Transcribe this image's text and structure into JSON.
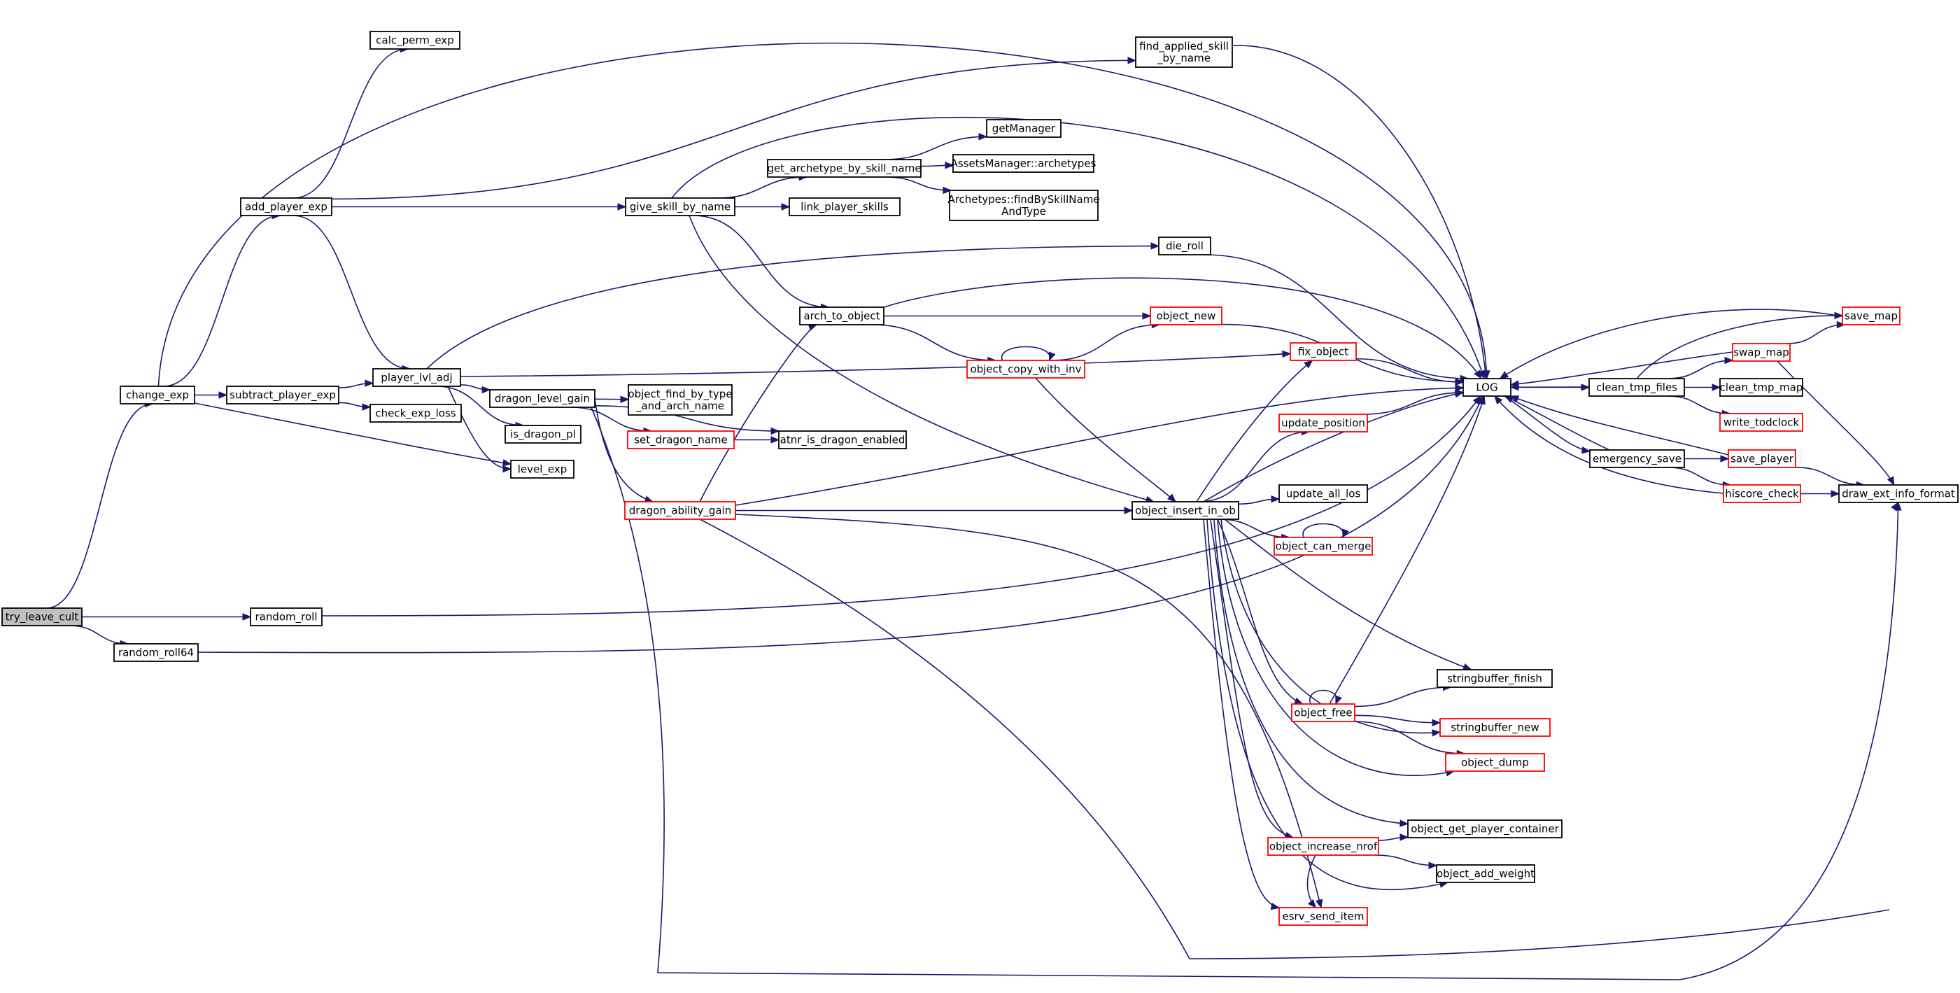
{
  "graph": {
    "nodes": [
      {
        "id": "try_leave_cult",
        "lines": [
          "try_leave_cult"
        ],
        "style": "root"
      },
      {
        "id": "change_exp",
        "lines": [
          "change_exp"
        ],
        "style": "black"
      },
      {
        "id": "random_roll",
        "lines": [
          "random_roll"
        ],
        "style": "black"
      },
      {
        "id": "random_roll64",
        "lines": [
          "random_roll64"
        ],
        "style": "black"
      },
      {
        "id": "calc_perm_exp",
        "lines": [
          "calc_perm_exp"
        ],
        "style": "black"
      },
      {
        "id": "add_player_exp",
        "lines": [
          "add_player_exp"
        ],
        "style": "black"
      },
      {
        "id": "subtract_player_exp",
        "lines": [
          "subtract_player_exp"
        ],
        "style": "black"
      },
      {
        "id": "player_lvl_adj",
        "lines": [
          "player_lvl_adj"
        ],
        "style": "black"
      },
      {
        "id": "check_exp_loss",
        "lines": [
          "check_exp_loss"
        ],
        "style": "black"
      },
      {
        "id": "level_exp",
        "lines": [
          "level_exp"
        ],
        "style": "black"
      },
      {
        "id": "dragon_level_gain",
        "lines": [
          "dragon_level_gain"
        ],
        "style": "black"
      },
      {
        "id": "is_dragon_pl",
        "lines": [
          "is_dragon_pl"
        ],
        "style": "black"
      },
      {
        "id": "dragon_ability_gain",
        "lines": [
          "dragon_ability_gain"
        ],
        "style": "red"
      },
      {
        "id": "object_find_by_type_and_arch_name",
        "lines": [
          "object_find_by_type",
          "_and_arch_name"
        ],
        "style": "black"
      },
      {
        "id": "set_dragon_name",
        "lines": [
          "set_dragon_name"
        ],
        "style": "red"
      },
      {
        "id": "atnr_is_dragon_enabled",
        "lines": [
          "atnr_is_dragon_enabled"
        ],
        "style": "black"
      },
      {
        "id": "give_skill_by_name",
        "lines": [
          "give_skill_by_name"
        ],
        "style": "black"
      },
      {
        "id": "get_archetype_by_skill_name",
        "lines": [
          "get_archetype_by_skill_name"
        ],
        "style": "black"
      },
      {
        "id": "link_player_skills",
        "lines": [
          "link_player_skills"
        ],
        "style": "black"
      },
      {
        "id": "getManager",
        "lines": [
          "getManager"
        ],
        "style": "black"
      },
      {
        "id": "AssetsManager_archetypes",
        "lines": [
          "AssetsManager::archetypes"
        ],
        "style": "black"
      },
      {
        "id": "Archetypes_findBySkillNameAndType",
        "lines": [
          "Archetypes::findBySkillName",
          "AndType"
        ],
        "style": "black"
      },
      {
        "id": "arch_to_object",
        "lines": [
          "arch_to_object"
        ],
        "style": "black"
      },
      {
        "id": "object_copy_with_inv",
        "lines": [
          "object_copy_with_inv"
        ],
        "style": "red"
      },
      {
        "id": "object_new",
        "lines": [
          "object_new"
        ],
        "style": "red"
      },
      {
        "id": "find_applied_skill_by_name",
        "lines": [
          "find_applied_skill",
          "_by_name"
        ],
        "style": "black"
      },
      {
        "id": "die_roll",
        "lines": [
          "die_roll"
        ],
        "style": "black"
      },
      {
        "id": "fix_object",
        "lines": [
          "fix_object"
        ],
        "style": "red"
      },
      {
        "id": "update_position",
        "lines": [
          "update_position"
        ],
        "style": "red"
      },
      {
        "id": "object_insert_in_ob",
        "lines": [
          "object_insert_in_ob"
        ],
        "style": "black"
      },
      {
        "id": "update_all_los",
        "lines": [
          "update_all_los"
        ],
        "style": "black"
      },
      {
        "id": "object_can_merge",
        "lines": [
          "object_can_merge"
        ],
        "style": "red"
      },
      {
        "id": "stringbuffer_finish",
        "lines": [
          "stringbuffer_finish"
        ],
        "style": "black"
      },
      {
        "id": "object_free",
        "lines": [
          "object_free"
        ],
        "style": "red"
      },
      {
        "id": "stringbuffer_new",
        "lines": [
          "stringbuffer_new"
        ],
        "style": "red"
      },
      {
        "id": "object_dump",
        "lines": [
          "object_dump"
        ],
        "style": "red"
      },
      {
        "id": "object_get_player_container",
        "lines": [
          "object_get_player_container"
        ],
        "style": "black"
      },
      {
        "id": "object_increase_nrof",
        "lines": [
          "object_increase_nrof"
        ],
        "style": "red"
      },
      {
        "id": "object_add_weight",
        "lines": [
          "object_add_weight"
        ],
        "style": "black"
      },
      {
        "id": "esrv_send_item",
        "lines": [
          "esrv_send_item"
        ],
        "style": "red"
      },
      {
        "id": "LOG",
        "lines": [
          "LOG"
        ],
        "style": "black"
      },
      {
        "id": "clean_tmp_files",
        "lines": [
          "clean_tmp_files"
        ],
        "style": "black"
      },
      {
        "id": "clean_tmp_map",
        "lines": [
          "clean_tmp_map"
        ],
        "style": "black"
      },
      {
        "id": "write_todclock",
        "lines": [
          "write_todclock"
        ],
        "style": "red"
      },
      {
        "id": "swap_map",
        "lines": [
          "swap_map"
        ],
        "style": "red"
      },
      {
        "id": "save_map",
        "lines": [
          "save_map"
        ],
        "style": "red"
      },
      {
        "id": "emergency_save",
        "lines": [
          "emergency_save"
        ],
        "style": "black"
      },
      {
        "id": "save_player",
        "lines": [
          "save_player"
        ],
        "style": "red"
      },
      {
        "id": "hiscore_check",
        "lines": [
          "hiscore_check"
        ],
        "style": "red"
      },
      {
        "id": "draw_ext_info_format",
        "lines": [
          "draw_ext_info_format"
        ],
        "style": "black"
      }
    ],
    "edges": [
      [
        "try_leave_cult",
        "change_exp"
      ],
      [
        "try_leave_cult",
        "random_roll"
      ],
      [
        "try_leave_cult",
        "random_roll64"
      ],
      [
        "change_exp",
        "add_player_exp"
      ],
      [
        "change_exp",
        "subtract_player_exp"
      ],
      [
        "change_exp",
        "level_exp"
      ],
      [
        "change_exp",
        "LOG"
      ],
      [
        "add_player_exp",
        "calc_perm_exp"
      ],
      [
        "add_player_exp",
        "find_applied_skill_by_name"
      ],
      [
        "add_player_exp",
        "give_skill_by_name"
      ],
      [
        "add_player_exp",
        "player_lvl_adj"
      ],
      [
        "subtract_player_exp",
        "player_lvl_adj"
      ],
      [
        "subtract_player_exp",
        "check_exp_loss"
      ],
      [
        "player_lvl_adj",
        "dragon_level_gain"
      ],
      [
        "player_lvl_adj",
        "is_dragon_pl"
      ],
      [
        "player_lvl_adj",
        "level_exp"
      ],
      [
        "player_lvl_adj",
        "die_roll"
      ],
      [
        "player_lvl_adj",
        "fix_object"
      ],
      [
        "dragon_level_gain",
        "object_find_by_type_and_arch_name"
      ],
      [
        "dragon_level_gain",
        "set_dragon_name"
      ],
      [
        "dragon_level_gain",
        "atnr_is_dragon_enabled"
      ],
      [
        "dragon_level_gain",
        "dragon_ability_gain"
      ],
      [
        "dragon_level_gain",
        "draw_ext_info_format"
      ],
      [
        "set_dragon_name",
        "atnr_is_dragon_enabled"
      ],
      [
        "dragon_ability_gain",
        "arch_to_object"
      ],
      [
        "dragon_ability_gain",
        "object_insert_in_ob"
      ],
      [
        "dragon_ability_gain",
        "LOG"
      ],
      [
        "dragon_ability_gain",
        "esrv_send_item"
      ],
      [
        "dragon_ability_gain",
        "draw_ext_info_format"
      ],
      [
        "give_skill_by_name",
        "get_archetype_by_skill_name"
      ],
      [
        "give_skill_by_name",
        "link_player_skills"
      ],
      [
        "give_skill_by_name",
        "arch_to_object"
      ],
      [
        "give_skill_by_name",
        "object_insert_in_ob"
      ],
      [
        "give_skill_by_name",
        "LOG"
      ],
      [
        "get_archetype_by_skill_name",
        "getManager"
      ],
      [
        "get_archetype_by_skill_name",
        "AssetsManager_archetypes"
      ],
      [
        "get_archetype_by_skill_name",
        "Archetypes_findBySkillNameAndType"
      ],
      [
        "arch_to_object",
        "object_copy_with_inv"
      ],
      [
        "arch_to_object",
        "object_new"
      ],
      [
        "arch_to_object",
        "LOG"
      ],
      [
        "object_copy_with_inv",
        "object_copy_with_inv"
      ],
      [
        "object_copy_with_inv",
        "object_new"
      ],
      [
        "object_copy_with_inv",
        "object_insert_in_ob"
      ],
      [
        "object_new",
        "LOG"
      ],
      [
        "find_applied_skill_by_name",
        "LOG"
      ],
      [
        "die_roll",
        "LOG"
      ],
      [
        "random_roll",
        "LOG"
      ],
      [
        "random_roll64",
        "LOG"
      ],
      [
        "fix_object",
        "LOG"
      ],
      [
        "update_position",
        "LOG"
      ],
      [
        "object_insert_in_ob",
        "fix_object"
      ],
      [
        "object_insert_in_ob",
        "update_position"
      ],
      [
        "object_insert_in_ob",
        "LOG"
      ],
      [
        "object_insert_in_ob",
        "update_all_los"
      ],
      [
        "object_insert_in_ob",
        "object_can_merge"
      ],
      [
        "object_insert_in_ob",
        "stringbuffer_finish"
      ],
      [
        "object_insert_in_ob",
        "object_free"
      ],
      [
        "object_insert_in_ob",
        "stringbuffer_new"
      ],
      [
        "object_insert_in_ob",
        "object_dump"
      ],
      [
        "object_insert_in_ob",
        "object_get_player_container"
      ],
      [
        "object_insert_in_ob",
        "object_increase_nrof"
      ],
      [
        "object_insert_in_ob",
        "object_add_weight"
      ],
      [
        "object_insert_in_ob",
        "esrv_send_item"
      ],
      [
        "object_can_merge",
        "object_can_merge"
      ],
      [
        "object_free",
        "object_free"
      ],
      [
        "object_free",
        "LOG"
      ],
      [
        "object_free",
        "stringbuffer_finish"
      ],
      [
        "object_free",
        "stringbuffer_new"
      ],
      [
        "object_free",
        "object_dump"
      ],
      [
        "object_increase_nrof",
        "object_get_player_container"
      ],
      [
        "object_increase_nrof",
        "object_add_weight"
      ],
      [
        "object_increase_nrof",
        "esrv_send_item"
      ],
      [
        "LOG",
        "clean_tmp_files"
      ],
      [
        "LOG",
        "emergency_save"
      ],
      [
        "clean_tmp_files",
        "clean_tmp_map"
      ],
      [
        "clean_tmp_files",
        "write_todclock"
      ],
      [
        "clean_tmp_files",
        "swap_map"
      ],
      [
        "clean_tmp_files",
        "save_map"
      ],
      [
        "clean_tmp_files",
        "LOG"
      ],
      [
        "swap_map",
        "save_map"
      ],
      [
        "swap_map",
        "LOG"
      ],
      [
        "swap_map",
        "draw_ext_info_format"
      ],
      [
        "save_map",
        "LOG"
      ],
      [
        "emergency_save",
        "save_player"
      ],
      [
        "emergency_save",
        "hiscore_check"
      ],
      [
        "emergency_save",
        "LOG"
      ],
      [
        "save_player",
        "LOG"
      ],
      [
        "save_player",
        "draw_ext_info_format"
      ],
      [
        "hiscore_check",
        "LOG"
      ],
      [
        "hiscore_check",
        "draw_ext_info_format"
      ]
    ]
  }
}
